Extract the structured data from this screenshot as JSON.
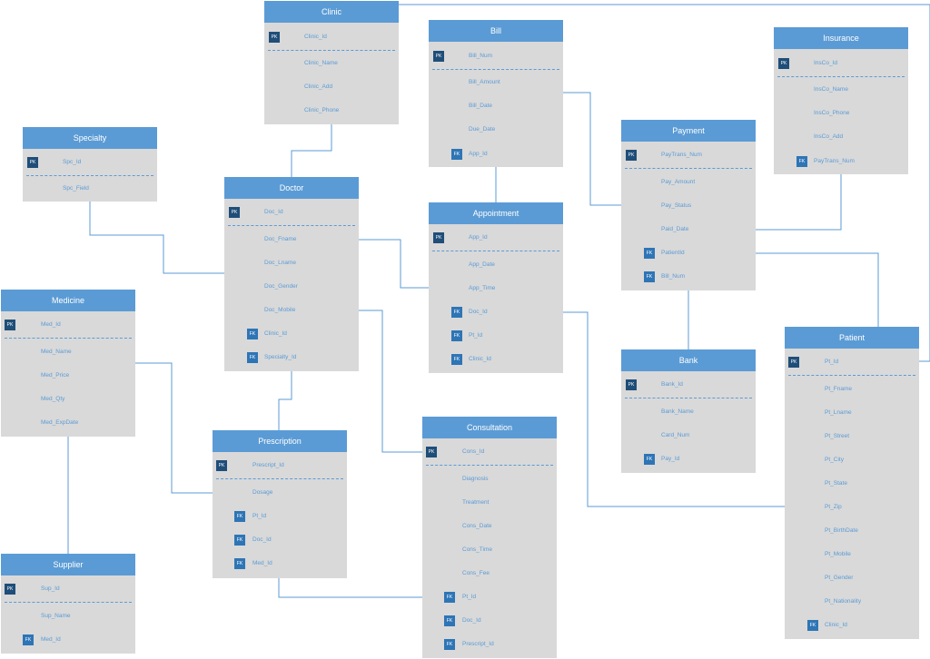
{
  "colors": {
    "header": "#5b9bd5",
    "body": "#d9d9d9",
    "pk_badge": "#1f4e79",
    "fk_badge": "#2e75b6",
    "connector": "#5b9bd5"
  },
  "entities": {
    "clinic": {
      "title": "Clinic",
      "pk": "PK",
      "fields": [
        "Clinic_Id",
        "Clinic_Name",
        "Clinic_Add",
        "Clinic_Phone"
      ]
    },
    "bill": {
      "title": "Bill",
      "pk": "PK",
      "fk": "FK",
      "fields": [
        "Bill_Num",
        "Bill_Amount",
        "Bill_Date",
        "Due_Date",
        "App_Id"
      ]
    },
    "insurance": {
      "title": "Insurance",
      "pk": "PK",
      "fk": "FK",
      "fields": [
        "InsCo_Id",
        "InsCo_Name",
        "InsCo_Phone",
        "InsCo_Add",
        "PayTrans_Num"
      ]
    },
    "specialty": {
      "title": "Specialty",
      "pk": "PK",
      "fields": [
        "Spc_Id",
        "Spc_Field"
      ]
    },
    "doctor": {
      "title": "Doctor",
      "pk": "PK",
      "fk": "FK",
      "fields": [
        "Doc_Id",
        "Doc_Fname",
        "Doc_Lname",
        "Doc_Gender",
        "Doc_Mobile",
        "Clinic_Id",
        "Specialty_Id"
      ]
    },
    "appointment": {
      "title": "Appointment",
      "pk": "PK",
      "fk": "FK",
      "fields": [
        "App_Id",
        "App_Date",
        "App_Time",
        "Doc_Id",
        "Pt_Id",
        "Clinic_Id"
      ]
    },
    "payment": {
      "title": "Payment",
      "pk": "PK",
      "fk": "FK",
      "fields": [
        "PayTrans_Num",
        "Pay_Amount",
        "Pay_Status",
        "Paid_Date",
        "PatientId",
        "Bill_Num"
      ]
    },
    "medicine": {
      "title": "Medicine",
      "pk": "PK",
      "fields": [
        "Med_Id",
        "Med_Name",
        "Med_Price",
        "Med_Qty",
        "Med_ExpDate"
      ]
    },
    "bank": {
      "title": "Bank",
      "pk": "PK",
      "fk": "FK",
      "fields": [
        "Bank_Id",
        "Bank_Name",
        "Card_Num",
        "Pay_Id"
      ]
    },
    "patient": {
      "title": "Patient",
      "pk": "PK",
      "fk": "FK",
      "fields": [
        "Pt_Id",
        "Pt_Fname",
        "Pt_Lname",
        "Pt_Street",
        "Pt_City",
        "Pt_State",
        "Pt_Zip",
        "Pt_BirthDate",
        "Pt_Mobile",
        "Pt_Gender",
        "Pt_Nationality",
        "Clinic_Id"
      ]
    },
    "prescription": {
      "title": "Prescription",
      "pk": "PK",
      "fk": "FK",
      "fields": [
        "Prescript_Id",
        "Dosage",
        "Pt_Id",
        "Doc_Id",
        "Med_Id"
      ]
    },
    "consultation": {
      "title": "Consultation",
      "pk": "PK",
      "fk": "FK",
      "fields": [
        "Cons_Id",
        "Diagnosis",
        "Treatment",
        "Cons_Date",
        "Cons_Time",
        "Cons_Fee",
        "Pt_Id",
        "Doc_Id",
        "Prescript_Id"
      ]
    },
    "supplier": {
      "title": "Supplier",
      "pk": "PK",
      "fk": "FK",
      "fields": [
        "Sup_Id",
        "Sup_Name",
        "Med_Id"
      ]
    }
  }
}
